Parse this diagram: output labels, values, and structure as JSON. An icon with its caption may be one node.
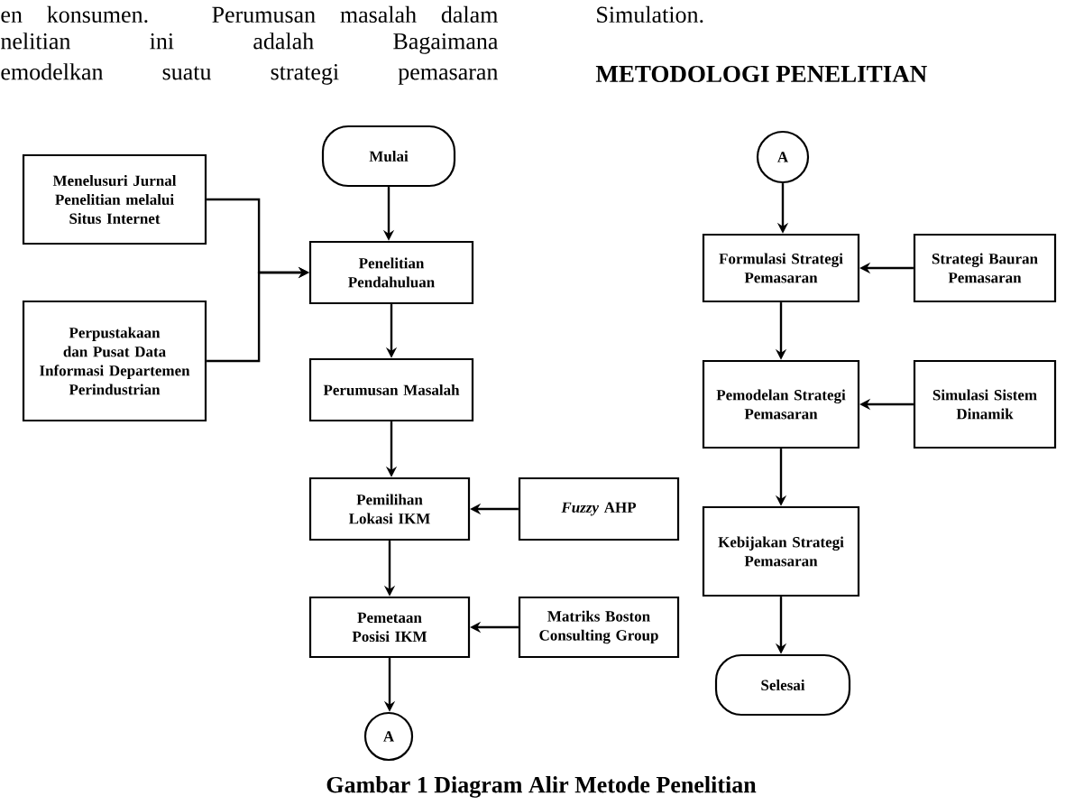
{
  "diagram": {
    "caption": "Gambar 1 Diagram Alir Metode Penelitian",
    "nodes": [
      {
        "text": [
          "Mulai"
        ]
      },
      {
        "text": [
          "Menelusuri Jurnal Penelitian melalui Situs Internet"
        ]
      },
      {
        "text": [
          "Perpustakaan dan Pusat Data Informasi Departemen Perindustrian"
        ]
      },
      {
        "text": [
          "Penelitian Pendahuluan"
        ]
      },
      {
        "text": [
          "Perumusan Masalah"
        ]
      },
      {
        "text": [
          "Pemilihan Lokasi IKM"
        ]
      },
      {
        "text": [
          "*Fuzzy* AHP"
        ]
      },
      {
        "text": [
          "Pemetaan Posisi IKM"
        ]
      },
      {
        "text": [
          "Matriks Boston Consulting Group"
        ]
      },
      {
        "text": [
          "A"
        ]
      },
      {
        "text": [
          "A"
        ]
      },
      {
        "text": [
          "Formulasi Strategi Pemasaran"
        ]
      },
      {
        "text": [
          "Strategi Bauran Pemasaran"
        ]
      },
      {
        "text": [
          "Pemodelan Strategi Pemasaran"
        ]
      },
      {
        "text": [
          "Simulasi Sistem Dinamik"
        ]
      },
      {
        "text": [
          "Kebijakan Strategi Pemasaran"
        ]
      },
      {
        "text": [
          "Selesai"
        ]
      }
    ],
    "edges": [
      {
        "from": 0,
        "to": 3,
        "arrow": "to"
      },
      {
        "from": 1,
        "to": 3,
        "arrow": "to"
      },
      {
        "from": 2,
        "to": 3,
        "arrow": "to"
      },
      {
        "from": 3,
        "to": 4,
        "arrow": "to"
      },
      {
        "from": 4,
        "to": 5,
        "arrow": "to"
      },
      {
        "from": 6,
        "to": 5,
        "arrow": "to"
      },
      {
        "from": 5,
        "to": 7,
        "arrow": "to"
      },
      {
        "from": 8,
        "to": 7,
        "arrow": "to"
      },
      {
        "from": 7,
        "to": 9,
        "arrow": "to"
      },
      {
        "from": 10,
        "to": 11,
        "arrow": "to"
      },
      {
        "from": 12,
        "to": 11,
        "arrow": "to"
      },
      {
        "from": 11,
        "to": 13,
        "arrow": "to"
      },
      {
        "from": 14,
        "to": 13,
        "arrow": "to"
      },
      {
        "from": 13,
        "to": 15,
        "arrow": "to"
      },
      {
        "from": 15,
        "to": 16,
        "arrow": "to"
      }
    ],
    "labels": [
      "en konsumen. Perumusan masalah dalam",
      "Simulation.",
      "nelitian ini adalah Bagaimana",
      "emodelkan suatu strategi pemasaran",
      "METODOLOGI PENELITIAN"
    ]
  }
}
